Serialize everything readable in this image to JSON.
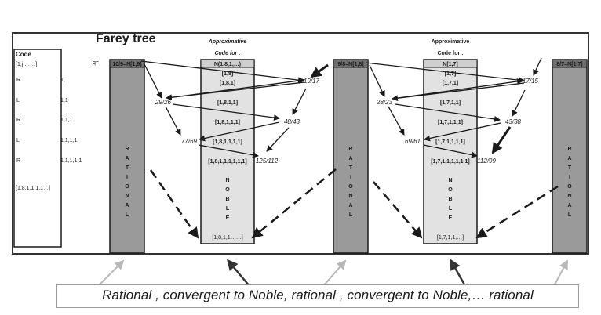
{
  "title": "Farey tree",
  "code_panel": {
    "header": "Code",
    "header_sub": "[1,j,……]",
    "rows": [
      {
        "letter": "R",
        "code": "1,"
      },
      {
        "letter": "L",
        "code": "1,1"
      },
      {
        "letter": "R",
        "code": "1,1,1"
      },
      {
        "letter": "L",
        "code": "1,1,1,1"
      },
      {
        "letter": "R",
        "code": "1,1,1,1,1"
      }
    ],
    "footer": "[1,8,1,1,1,1…]"
  },
  "q_label": "q=",
  "rational_letters": [
    "R",
    "A",
    "T",
    "I",
    "O",
    "N",
    "A",
    "L"
  ],
  "noble_letters": [
    "N",
    "O",
    "B",
    "L",
    "E"
  ],
  "rational_columns": [
    {
      "header": "10/9=N[1,9]"
    },
    {
      "header": "9/8=N[1,8]"
    },
    {
      "header": "8/7=N[1,7]"
    }
  ],
  "noble_columns": [
    {
      "approx_label_1": "Approximative",
      "approx_label_2": "Code for :",
      "header": "N(1,8,1,…)",
      "codes": [
        "[1,8]",
        "[1,8,1]",
        "[1,8,1,1]",
        "[1,8,1,1,1]",
        "[1,8,1,1,1,1]",
        "[1,8,1,1,1,1,1,1]"
      ],
      "bottom": "[1,8,1,1……]"
    },
    {
      "approx_label_1": "Approximative",
      "approx_label_2": "Code for :",
      "header": "N[1,7]",
      "codes": [
        "[1,7]",
        "[1,7,1]",
        "[1,7,1,1]",
        "[1,7,1,1,1]",
        "[1,7,1,1,1,1]",
        "[1,7,1,1,1,1,1,1]"
      ],
      "bottom": "[1,7,1,1,…]"
    }
  ],
  "fractions_left": [
    "19/17",
    "29/26",
    "48/43",
    "77/69",
    "125/112"
  ],
  "fractions_right": [
    "17/15",
    "28/23",
    "43/38",
    "69/61",
    "112/99"
  ],
  "caption": "Rational ,   convergent  to Noble,   rational , convergent  to Noble,… rational"
}
